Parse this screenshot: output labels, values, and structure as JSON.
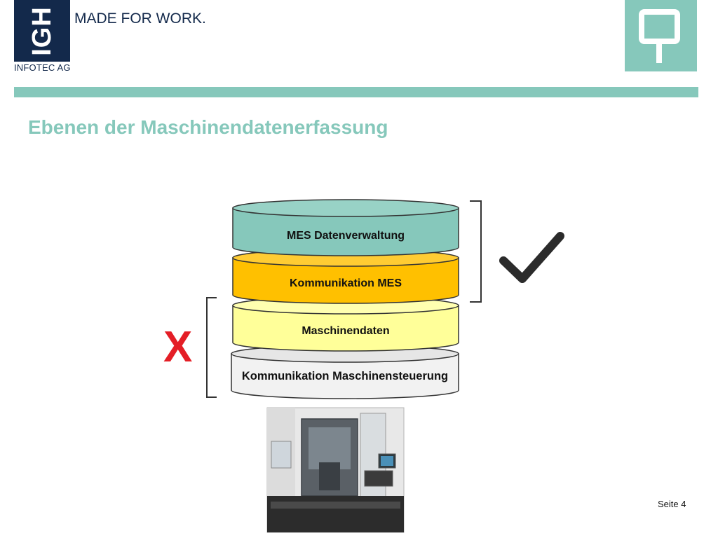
{
  "header": {
    "logo_letters": "IGH",
    "logo_subtitle": "INFOTEC AG",
    "tagline": "MADE FOR WORK."
  },
  "title": "Ebenen der Maschinendatenerfassung",
  "layers": [
    {
      "label": "MES Datenverwaltung",
      "color": "#86c8bb"
    },
    {
      "label": "Kommunikation MES",
      "color": "#ffc000"
    },
    {
      "label": "Maschinendaten",
      "color": "#ffff99"
    },
    {
      "label": "Kommunikation Maschinensteuerung",
      "color": "#f2f2f2"
    }
  ],
  "marks": {
    "reject": "X",
    "accept_icon": "checkmark-icon"
  },
  "image_alt": "machine-tool-icon",
  "footer": {
    "page_number": "Seite 4"
  },
  "colors": {
    "accent": "#86c8bb",
    "brand_navy": "#13294b",
    "reject_red": "#e41e26"
  }
}
